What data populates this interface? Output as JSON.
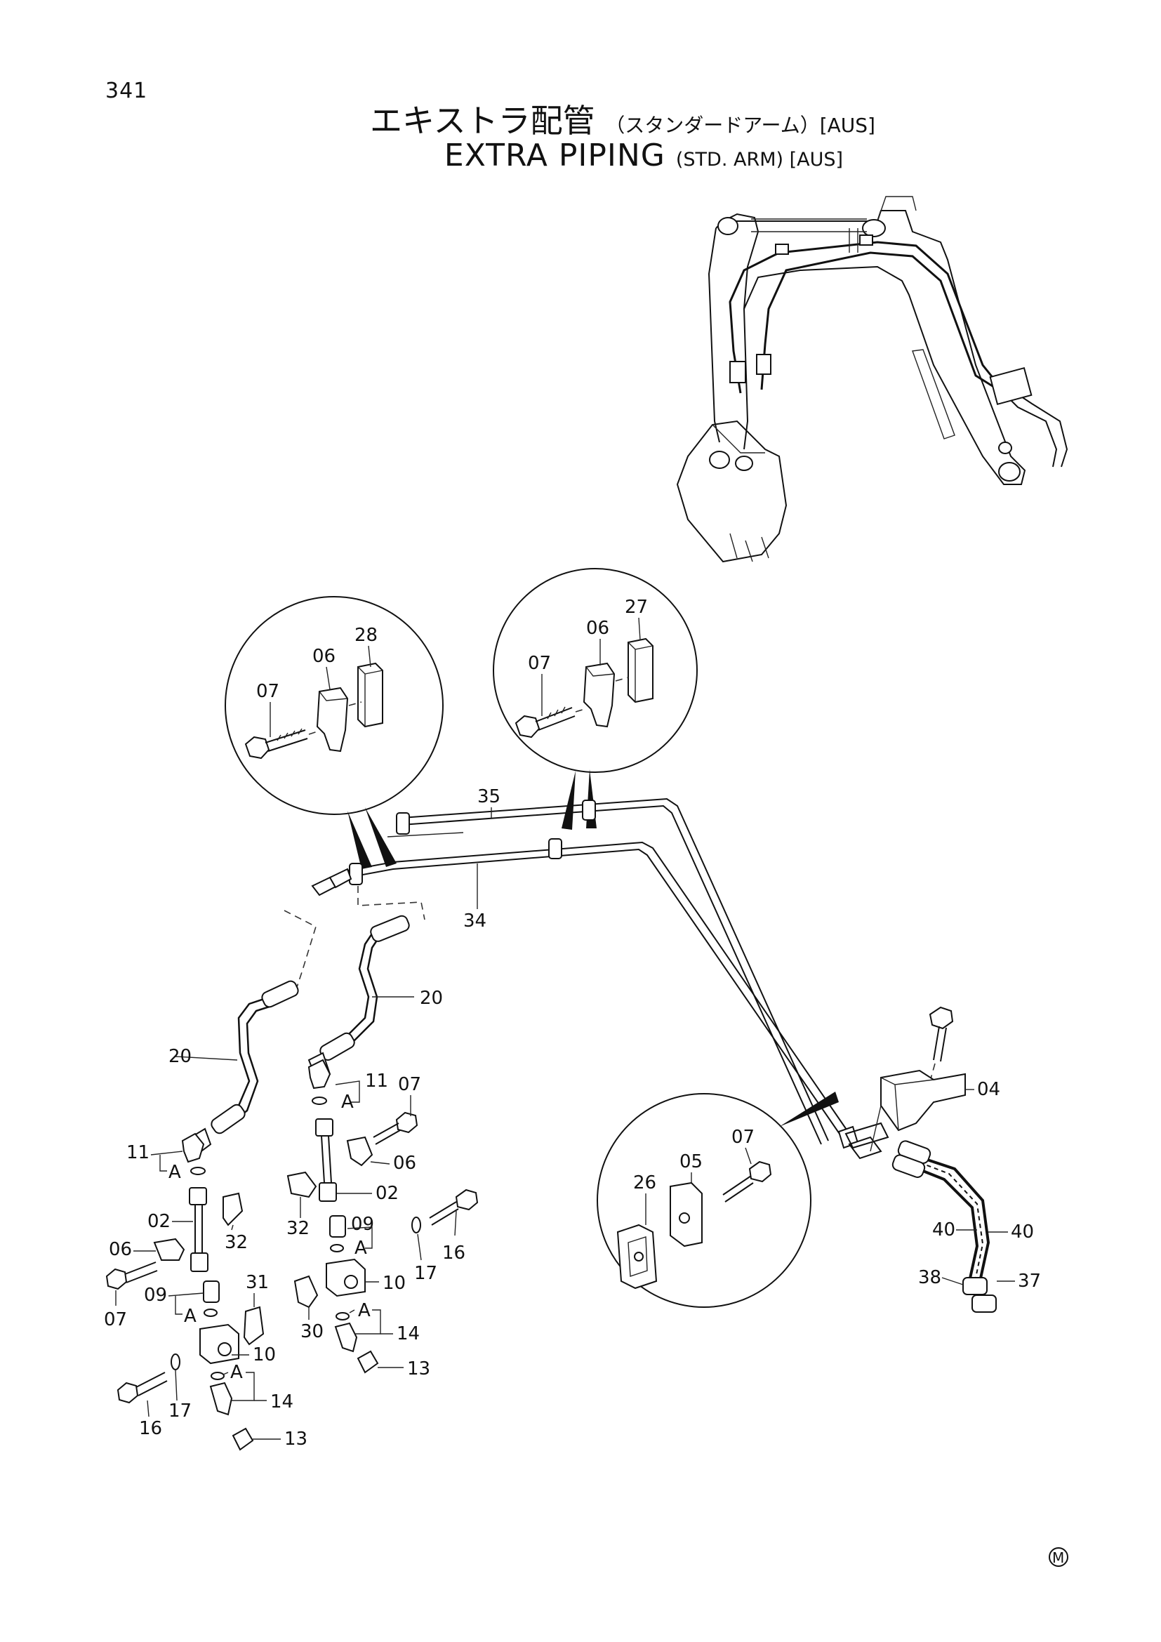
{
  "page": {
    "number": "341",
    "title_jp_main": "エキストラ配管",
    "title_jp_sub": "（スタンダードアーム）[AUS]",
    "title_en_main": "EXTRA PIPING",
    "title_en_sub": "(STD. ARM) [AUS]",
    "corner_mark": "M"
  },
  "callouts": {
    "c28": "28",
    "c06a": "06",
    "c07a": "07",
    "c27": "27",
    "c06b": "06",
    "c07b": "07",
    "c35": "35",
    "c34": "34",
    "c20a": "20",
    "c20b": "20",
    "c11a": "11",
    "c11b": "11",
    "cA1": "A",
    "cA2": "A",
    "cA3": "A",
    "cA4": "A",
    "cA5": "A",
    "cA6": "A",
    "c07c": "07",
    "c06c": "06",
    "c02a": "02",
    "c32a": "32",
    "c02b": "02",
    "c32b": "32",
    "c06d": "06",
    "c07d": "07",
    "c09a": "09",
    "c09b": "09",
    "c17a": "17",
    "c17b": "17",
    "c16a": "16",
    "c16b": "16",
    "c10a": "10",
    "c10b": "10",
    "c31": "31",
    "c30": "30",
    "c14a": "14",
    "c14b": "14",
    "c13a": "13",
    "c13b": "13",
    "c04": "04",
    "c26": "26",
    "c05": "05",
    "c07e": "07",
    "c40a": "40",
    "c40b": "40",
    "c38": "38",
    "c37": "37"
  }
}
